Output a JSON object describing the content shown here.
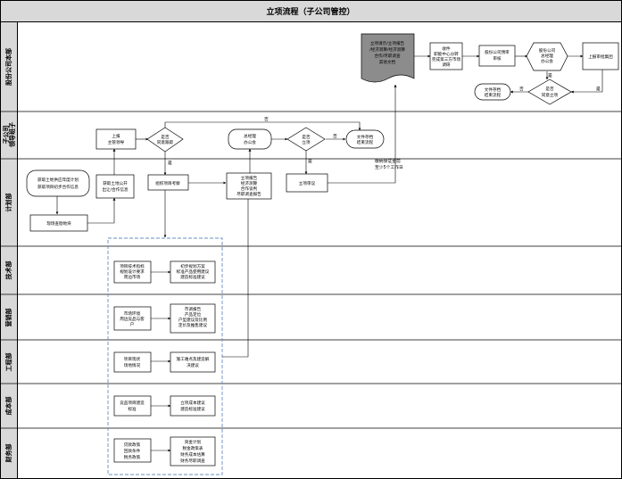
{
  "title": "立项流程（子公司管控）",
  "lanes": [
    "股份公司本部",
    "计划部",
    "技术部",
    "营销部",
    "工程部",
    "成本部",
    "财务部"
  ],
  "lanes_leader": [
    "子公司",
    "领导班子"
  ],
  "edges": {
    "yes": "是",
    "no": "否"
  },
  "note": [
    "缴纳保证金前",
    "至少5个工作日"
  ],
  "nodes": {
    "plan_start": [
      "获取土地供应年度计划",
      "获取项目初步合作信息"
    ],
    "survey": [
      "现场查勘地块"
    ],
    "coop": [
      "获取土地公开",
      "出让/合作信息"
    ],
    "inspect": [
      "组织项目考察"
    ],
    "report": [
      "立项报告",
      "经济测算",
      "合作谈判",
      "尽职调查报告"
    ],
    "review": [
      "立项审议"
    ],
    "leader": [
      "上报",
      "主管领导"
    ],
    "lead_dec": [
      "是否",
      "同意跟踪"
    ],
    "gm": [
      "总经理",
      "办公会"
    ],
    "dec": [
      "是否",
      "立项"
    ],
    "archive": [
      "文件存档",
      "结束流程"
    ],
    "hq_doc": [
      "立项请示/立项报告",
      "/经济测算/经济测算",
      "合作/尽职调查",
      "其他文档"
    ],
    "receive": [
      "收件",
      "职能中心分转",
      "完成第三方市场",
      "调研"
    ],
    "prereview": [
      "股份公司预审",
      "审核"
    ],
    "hq_gm": [
      "股份公司",
      "总经理",
      "办公会"
    ],
    "group": [
      "上报审批集团"
    ],
    "hq_dec": [
      "是否",
      "同意立项"
    ]
  },
  "depts": {
    "tech": {
      "left": [
        "项目技术指标",
        "规划设计要求",
        "周边市场"
      ],
      "right": [
        "初步规划方案",
        "标准产品使用建议",
        "建造标准建议"
      ]
    },
    "marketing": {
      "left": [
        "市场环境",
        "周边竞品与客",
        "户"
      ],
      "right": [
        "市调报告",
        "产品定位",
        "户型建议及比例",
        "定价及推售建议"
      ]
    },
    "engineering": {
      "left": [
        "项目现状",
        "场地情况"
      ],
      "right": [
        "施工难点及建造解",
        "决建议"
      ]
    },
    "cost": {
      "left": [
        "竞品项目建造",
        "标准"
      ],
      "right": [
        "立项成本建议",
        "建造标准建议"
      ]
    },
    "finance": {
      "left": [
        "贷款政策",
        "回款条件",
        "税务政策"
      ],
      "right": [
        "资金计划",
        "税金政策表",
        "财务成本估算",
        "财务尽职调查"
      ]
    }
  }
}
